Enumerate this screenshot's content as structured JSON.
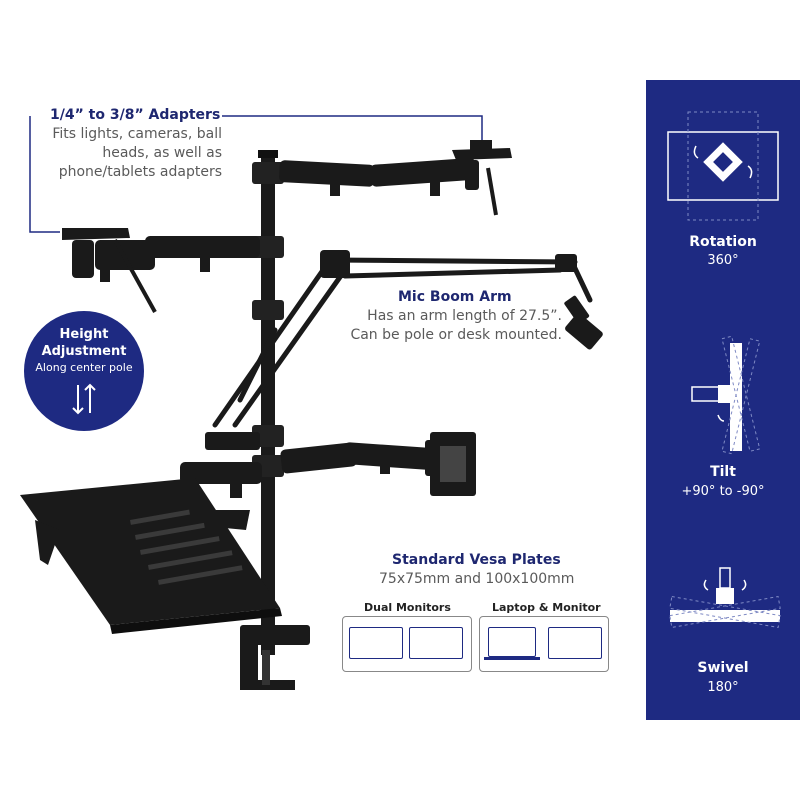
{
  "callouts": {
    "adapters": {
      "title": "1/4” to 3/8” Adapters",
      "lines": [
        "Fits lights, cameras, ball",
        "heads, as well as",
        "phone/tablets adapters"
      ]
    },
    "mic_boom": {
      "title": "Mic Boom Arm",
      "lines": [
        "Has an arm length of 27.5”.",
        "Can be pole or desk mounted."
      ]
    },
    "vesa": {
      "title": "Standard Vesa Plates",
      "subtitle": "75x75mm and 100x100mm"
    },
    "height": {
      "line1": "Height",
      "line2": "Adjustment",
      "line3": "Along center pole",
      "icon": "up-down-arrows-icon"
    }
  },
  "configs": [
    {
      "label": "Dual Monitors"
    },
    {
      "label": "Laptop & Monitor"
    }
  ],
  "features": [
    {
      "label": "Rotation",
      "value": "360°",
      "icon": "rotation-icon"
    },
    {
      "label": "Tilt",
      "value": "+90° to -90°",
      "icon": "tilt-icon"
    },
    {
      "label": "Swivel",
      "value": "180°",
      "icon": "swivel-icon"
    }
  ],
  "colors": {
    "navy": "#1e2a82",
    "heading": "#1e2770",
    "text_gray": "#5a5a5a",
    "product_black": "#1a1a1a"
  }
}
